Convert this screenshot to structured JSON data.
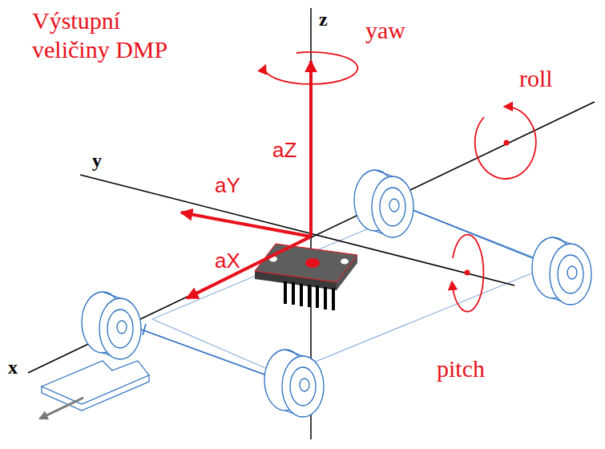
{
  "diagram": {
    "labels": [
      "z",
      "Výstupní veličiny DMP",
      "yaw",
      "roll",
      "aZ",
      "y",
      "aY",
      "aX",
      "pitch",
      "x"
    ]
  }
}
